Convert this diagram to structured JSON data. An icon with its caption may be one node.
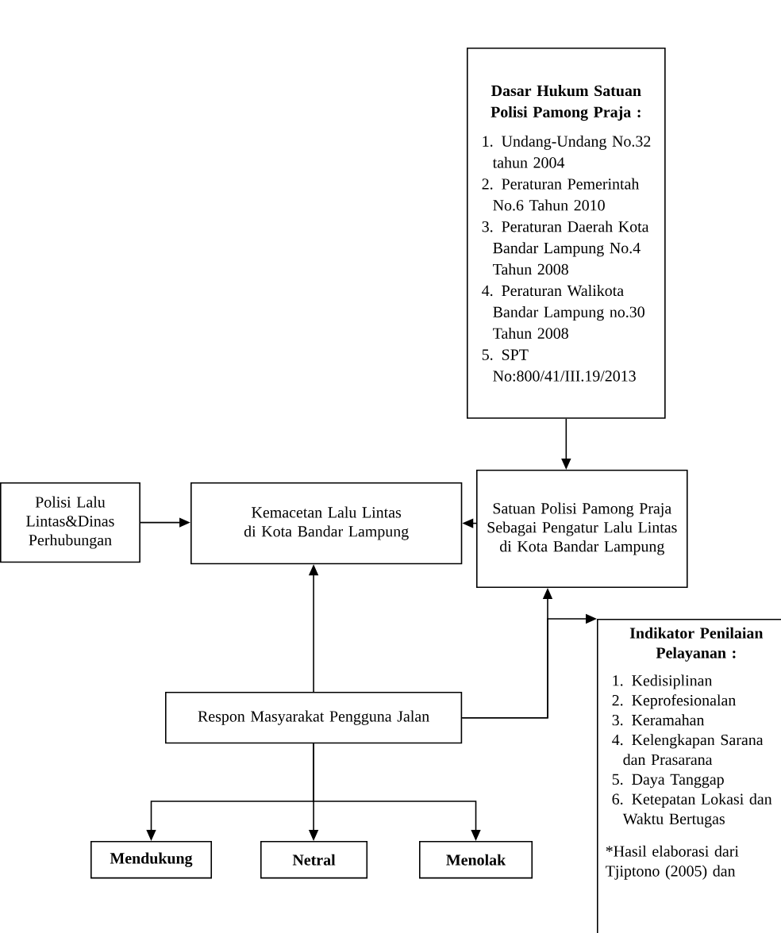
{
  "diagram": {
    "nodes": [
      {
        "text": [
          "Dasar Hukum Satuan Polisi Pamong Praja :",
          "1. Undang-Undang No.32 tahun 2004",
          "2. Peraturan Pemerintah No.6 Tahun 2010",
          "3. Peraturan Daerah Kota Bandar Lampung No.4 Tahun 2008",
          "4. Peraturan Walikota Bandar Lampung no.30 Tahun 2008",
          "5. SPT No:800/41/III.19/2013"
        ]
      },
      {
        "text": [
          "Polisi Lalu Lintas&Dinas Perhubungan"
        ]
      },
      {
        "text": [
          "Kemacetan Lalu Lintas di Kota Bandar Lampung"
        ]
      },
      {
        "text": [
          "Satuan Polisi Pamong Praja Sebagai Pengatur Lalu Lintas di Kota Bandar Lampung"
        ]
      },
      {
        "text": [
          "Respon Masyarakat Pengguna Jalan"
        ]
      },
      {
        "text": [
          "Indikator Penilaian Pelayanan :",
          "1. Kedisiplinan",
          "2. Keprofesionalan",
          "3. Keramahan",
          "4. Kelengkapan Sarana dan Prasarana",
          "5. Daya Tanggap",
          "6. Ketepatan Lokasi dan Waktu Bertugas",
          "*Hasil elaborasi dari Tjiptono (2005) dan"
        ]
      },
      {
        "text": [
          "Mendukung"
        ]
      },
      {
        "text": [
          "Netral"
        ]
      },
      {
        "text": [
          "Menolak"
        ]
      }
    ],
    "edges": [
      {
        "from": 0,
        "to": 3,
        "arrow": "to"
      },
      {
        "from": 1,
        "to": 2,
        "arrow": "to"
      },
      {
        "from": 3,
        "to": 2,
        "arrow": "to"
      },
      {
        "from": 4,
        "to": 2,
        "arrow": "to"
      },
      {
        "from": 4,
        "to": 3,
        "arrow": "to"
      },
      {
        "from": 4,
        "to": 5,
        "arrow": "to"
      },
      {
        "from": 4,
        "to": 6,
        "arrow": "to"
      },
      {
        "from": 4,
        "to": 7,
        "arrow": "to"
      },
      {
        "from": 4,
        "to": 8,
        "arrow": "to"
      }
    ]
  }
}
